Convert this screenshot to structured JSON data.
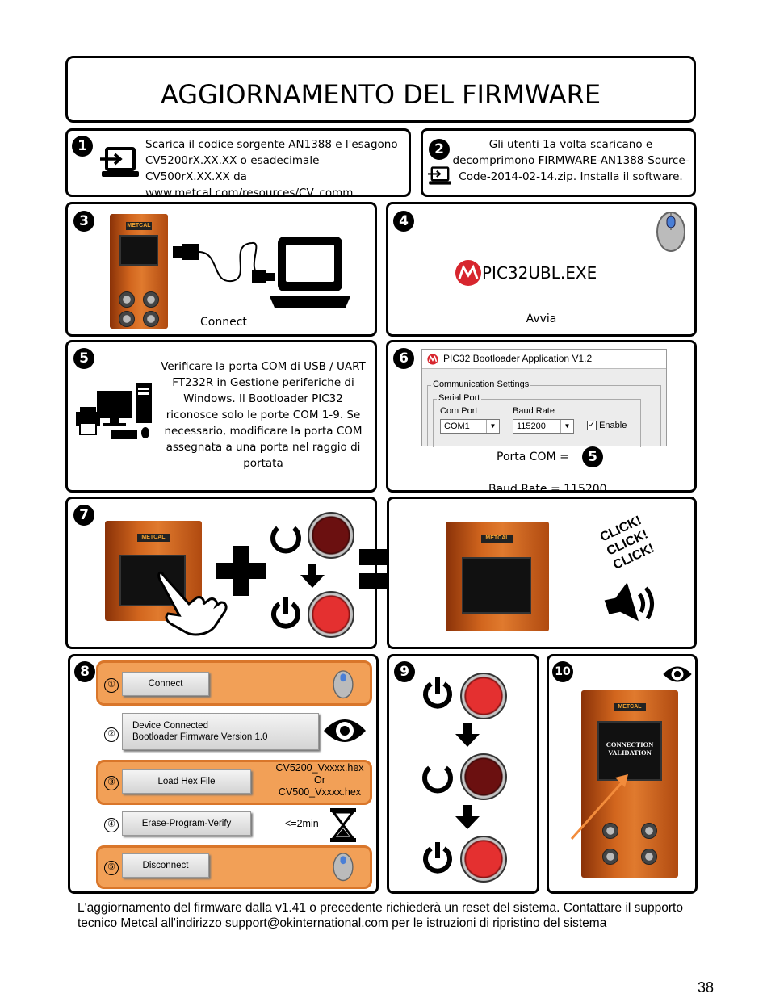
{
  "title": "AGGIORNAMENTO DEL FIRMWARE",
  "steps": {
    "s1": {
      "num": "1",
      "text": "Scarica il codice sorgente AN1388 e l'esagono CV5200rX.XX.XX o esadecimale CV500rX.XX.XX da www.metcal.com/resources/CV_comm"
    },
    "s2": {
      "num": "2",
      "text": "Gli utenti 1a volta scaricano e decomprimono FIRMWARE-AN1388-Source-Code-2014-02-14.zip. Installa il software."
    },
    "s3": {
      "num": "3",
      "caption": "Connect",
      "badge": "METCAL"
    },
    "s4": {
      "num": "4",
      "program": "PIC32UBL.EXE",
      "caption": "Avvia"
    },
    "s5": {
      "num": "5",
      "text": "Verificare la porta COM di USB / UART FT232R in Gestione periferiche di Windows. Il Bootloader PIC32 riconosce solo le porte COM 1-9. Se necessario, modificare la porta COM assegnata a una porta nel raggio di portata"
    },
    "s6": {
      "num": "6",
      "window_title": "PIC32 Bootloader Application V1.2",
      "group_label": "Communication Settings",
      "subgroup_label": "Serial Port",
      "com_port_label": "Com Port",
      "com_port_value": "COM1",
      "baud_label": "Baud Rate",
      "baud_value": "115200",
      "enable_label": "Enable",
      "enable_checked": true,
      "porta_com_label": "Porta COM =",
      "porta_com_ref": "5",
      "baud_line": "Baud Rate = 115200"
    },
    "s7": {
      "num": "7",
      "badge": "METCAL",
      "click_words": [
        "CLICK!",
        "CLICK!",
        "CLICK!"
      ]
    },
    "s8": {
      "num": "8",
      "rows": [
        {
          "n": "①",
          "button": "Connect",
          "highlight": true
        },
        {
          "n": "②",
          "button": "Device Connected\nBootloader Firmware Version 1.0",
          "highlight": false
        },
        {
          "n": "③",
          "button": "Load Hex File",
          "highlight": true,
          "note": "CV5200_Vxxxx.hex\nOr\nCV500_Vxxxx.hex"
        },
        {
          "n": "④",
          "button": "Erase-Program-Verify",
          "highlight": false,
          "note": "<=2min"
        },
        {
          "n": "⑤",
          "button": "Disconnect",
          "highlight": true
        }
      ]
    },
    "s9": {
      "num": "9"
    },
    "s10": {
      "num": "10",
      "badge": "METCAL",
      "screen_text": "CONNECTION\nVALIDATION"
    }
  },
  "footer": "L'aggiornamento del firmware dalla v1.41 o precedente richiederà un reset del sistema. Contattare il supporto tecnico Metcal all'indirizzo support@okinternational.com per le istruzioni di ripristino del sistema",
  "page_number": "38",
  "colors": {
    "accent_orange": "#f2a057",
    "device_orange": "#d2661e",
    "button_red": "#e43030",
    "microchip_red": "#d7262e"
  }
}
